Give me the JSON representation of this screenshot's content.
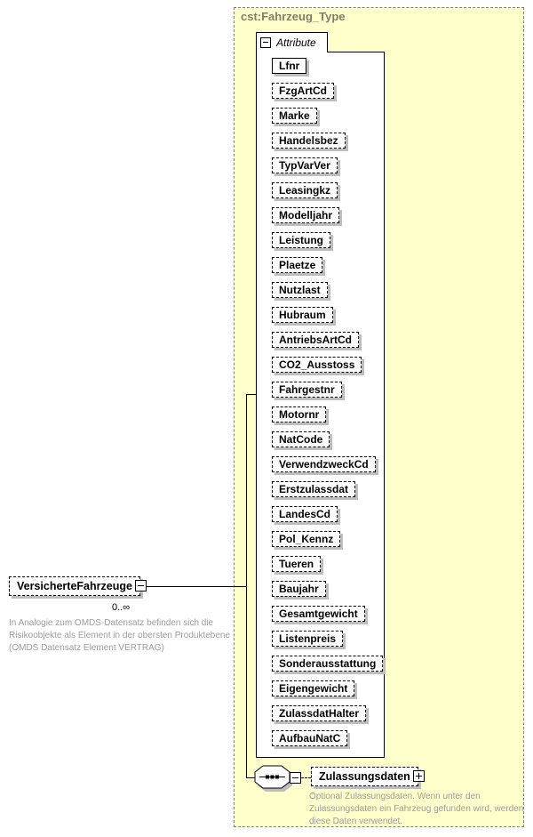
{
  "type_box": {
    "title": "cst:Fahrzeug_Type"
  },
  "attribute_group": {
    "label": "Attribute",
    "attributes": [
      {
        "name": "Lfnr",
        "required": true
      },
      {
        "name": "FzgArtCd",
        "required": false
      },
      {
        "name": "Marke",
        "required": false
      },
      {
        "name": "Handelsbez",
        "required": false
      },
      {
        "name": "TypVarVer",
        "required": false
      },
      {
        "name": "Leasingkz",
        "required": false
      },
      {
        "name": "Modelljahr",
        "required": false
      },
      {
        "name": "Leistung",
        "required": false
      },
      {
        "name": "Plaetze",
        "required": false
      },
      {
        "name": "Nutzlast",
        "required": false
      },
      {
        "name": "Hubraum",
        "required": false
      },
      {
        "name": "AntriebsArtCd",
        "required": false
      },
      {
        "name": "CO2_Ausstoss",
        "required": false
      },
      {
        "name": "Fahrgestnr",
        "required": false
      },
      {
        "name": "Motornr",
        "required": false
      },
      {
        "name": "NatCode",
        "required": false
      },
      {
        "name": "VerwendzweckCd",
        "required": false
      },
      {
        "name": "Erstzulassdat",
        "required": false
      },
      {
        "name": "LandesCd",
        "required": false
      },
      {
        "name": "Pol_Kennz",
        "required": false
      },
      {
        "name": "Tueren",
        "required": false
      },
      {
        "name": "Baujahr",
        "required": false
      },
      {
        "name": "Gesamtgewicht",
        "required": false
      },
      {
        "name": "Listenpreis",
        "required": false
      },
      {
        "name": "Sonderausstattung",
        "required": false
      },
      {
        "name": "Eigengewicht",
        "required": false
      },
      {
        "name": "ZulassdatHalter",
        "required": false
      },
      {
        "name": "AufbauNatC",
        "required": false
      }
    ]
  },
  "element": {
    "name": "VersicherteFahrzeuge",
    "cardinality": "0..∞",
    "annotation": "In Analogie zum OMDS-Datensatz befinden sich die\nRisikoobjekte als Element in der obersten Produktebene\n(OMDS Datensatz Element VERTRAG)"
  },
  "sequence_child": {
    "name": "Zulassungsdaten",
    "annotation": "Optional Zulassungsdaten. Wenn unter den\nZulassungsdaten ein Fahrzeug gefunden wird, werden\ndiese Daten verwendet."
  },
  "colors": {
    "container_fill": "#ffffcc",
    "container_border": "#808080",
    "type_title": "#7f7f66",
    "annotation_text": "#9c9c9c",
    "node_border": "#000000",
    "node_fill": "#ffffff",
    "shadow": "#bdbdbd"
  },
  "icons": {
    "collapse": "minus-square",
    "expand": "plus-square",
    "compositor": "sequence"
  }
}
